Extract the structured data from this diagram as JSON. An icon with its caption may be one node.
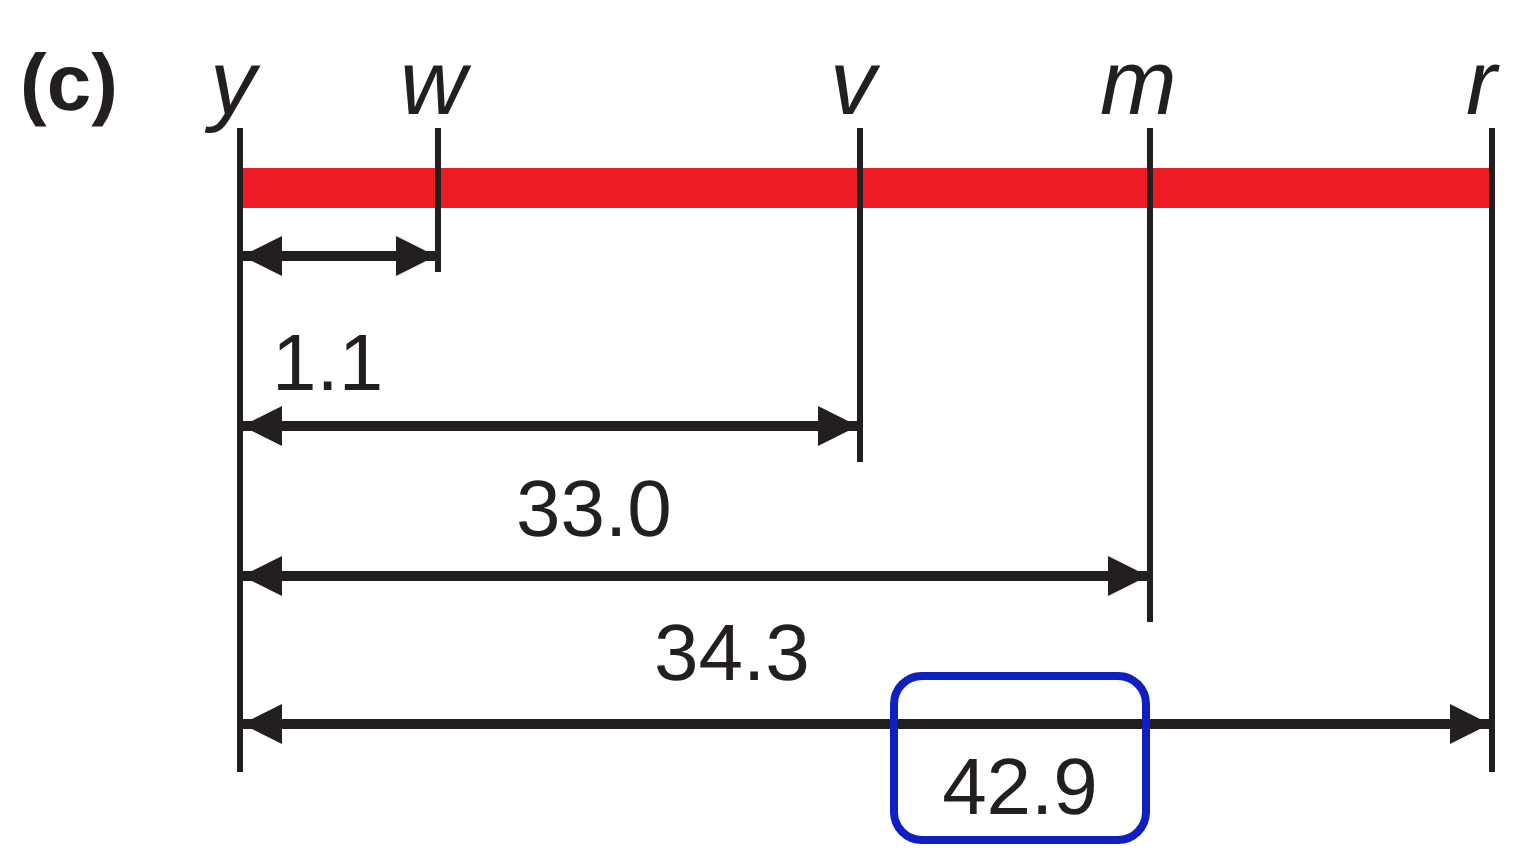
{
  "diagram": {
    "nodes": [
      {
        "text": [
          "42.9"
        ]
      }
    ],
    "labels": [
      "(c)",
      "y",
      "w",
      "v",
      "m",
      "r",
      "1.1",
      "33.0",
      "34.3"
    ]
  }
}
